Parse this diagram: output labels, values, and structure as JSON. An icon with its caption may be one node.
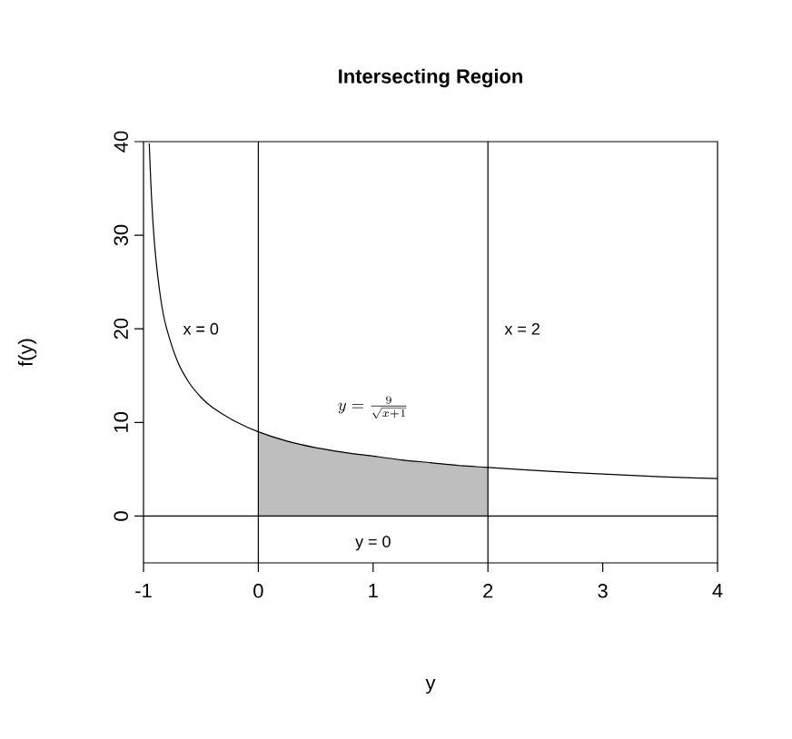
{
  "diagram": {
    "chart_data": {
      "type": "line",
      "title": "Intersecting Region",
      "xlabel": "y",
      "ylabel": "f(y)",
      "x": [
        -0.95,
        -0.93,
        -0.9,
        -0.85,
        -0.8,
        -0.7,
        -0.6,
        -0.5,
        -0.4,
        -0.2,
        0,
        0.25,
        0.5,
        0.75,
        1,
        1.25,
        1.5,
        1.75,
        2,
        2.5,
        3,
        3.5,
        4
      ],
      "series": [
        {
          "color": "#000000",
          "values": [
            39.8,
            34.0,
            28.5,
            23.2,
            20.1,
            16.4,
            14.2,
            12.7,
            11.6,
            10.1,
            9.0,
            8.0,
            7.3,
            6.8,
            6.4,
            6.0,
            5.7,
            5.4,
            5.2,
            4.8,
            4.5,
            4.2,
            4.0
          ]
        },
        {
          "type": "area",
          "color": "#bebebe",
          "values": [
            null,
            null,
            null,
            null,
            null,
            null,
            null,
            null,
            null,
            null,
            9.0,
            8.0,
            7.3,
            6.8,
            6.4,
            6.0,
            5.7,
            5.4,
            5.2,
            null,
            null,
            null,
            null
          ]
        }
      ],
      "xlim": [
        -1,
        4
      ],
      "ylim": [
        -5,
        40
      ],
      "xticks": [
        -1,
        0,
        1,
        2,
        3,
        4
      ],
      "yticks": [
        0,
        10,
        20,
        30,
        40
      ],
      "ref_lines": [
        {
          "axis": "x",
          "value": 0
        },
        {
          "axis": "x",
          "value": 2
        },
        {
          "axis": "y",
          "value": 0
        }
      ]
    },
    "labels": [
      "x = 0",
      "x = 2",
      "y = \\frac{9}{\\sqrt{x+1}}",
      "y = 0"
    ]
  }
}
